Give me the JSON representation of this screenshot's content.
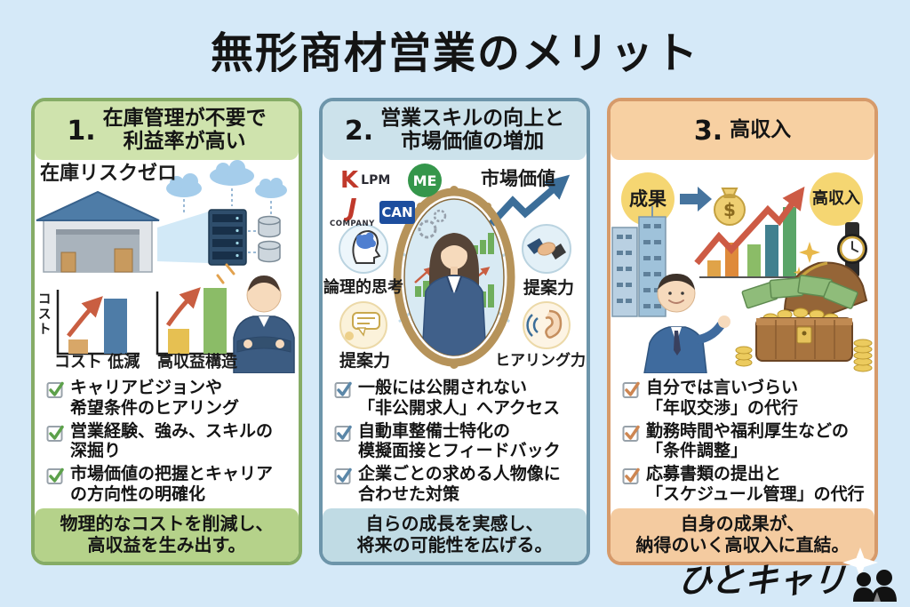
{
  "page": {
    "title": "無形商材営業のメリット",
    "background_color": "#d5e9f8"
  },
  "brand": {
    "logo_text": "ひとキャリ",
    "logo_icon": "two-people-silhouette-icon"
  },
  "decorations": [
    "white-four-point-star"
  ],
  "cards": [
    {
      "number": "1.",
      "heading": "在庫管理が不要で\n利益率が高い",
      "colors": {
        "border": "#86ac66",
        "header_bg": "#cfe3ad",
        "footer_bg": "#b5d28a",
        "check": "#5da14b"
      },
      "illustration": {
        "caption": "在庫リスクゼロ",
        "cost_axis_label": "コスト",
        "left_chart_label": "コスト 低減",
        "right_chart_label": "高収益構造",
        "icons": [
          "warehouse-icon",
          "cloud-icons",
          "server-rack-icon",
          "database-icon",
          "rising-arrow-icon",
          "bar-chart-icon",
          "businessman-arms-crossed-icon"
        ]
      },
      "checklist": [
        "キャリアビジョンや\n希望条件のヒアリング",
        "営業経験、強み、スキルの\n深掘り",
        "市場価値の把握とキャリア\nの方向性の明確化"
      ],
      "summary": "物理的なコストを削減し、\n高収益を生み出す。"
    },
    {
      "number": "2.",
      "heading": "営業スキルの向上と\n市場価値の増加",
      "colors": {
        "border": "#6d95aa",
        "header_bg": "#cce2eb",
        "footer_bg": "#c0dbe4",
        "check": "#5b87a8"
      },
      "illustration": {
        "logos": {
          "k": "K",
          "lpm": "LPM",
          "me": "ME",
          "j": "J",
          "company": "COMPANY",
          "can": "CAN"
        },
        "growth_label": "市場価値",
        "skill_top_left": "論理的思考",
        "skill_top_right": "提案力",
        "skill_bottom_left": "提案力",
        "skill_bottom_right": "ヒアリング力",
        "icons": [
          "mirror-businesswoman-icon",
          "brain-head-icon",
          "handshake-icon",
          "speech-bubble-icon",
          "listening-ear-icon",
          "growth-arrow-icon"
        ]
      },
      "checklist": [
        "一般には公開されない\n「非公開求人」へアクセス",
        "自動車整備士特化の\n模擬面接とフィードバック",
        "企業ごとの求める人物像に\n合わせた対策"
      ],
      "summary": "自らの成長を実感し、\n将来の可能性を広げる。"
    },
    {
      "number": "3.",
      "heading": "高収入",
      "colors": {
        "border": "#d69a6a",
        "header_bg": "#f7d0a2",
        "footer_bg": "#f4cba0",
        "check": "#cd8652"
      },
      "illustration": {
        "badge_left": "成果",
        "badge_right": "高収入",
        "money_symbol": "$",
        "icons": [
          "money-bag-icon",
          "rising-bar-chart-icon",
          "red-arrow-icon",
          "wristwatch-icon",
          "office-building-icon",
          "businessman-presenting-icon",
          "treasure-chest-icon",
          "coins-icon",
          "sparkle-icons"
        ]
      },
      "checklist": [
        "自分では言いづらい\n「年収交渉」の代行",
        "勤務時間や福利厚生などの\n「条件調整」",
        "応募書類の提出と\n「スケジュール管理」の代行"
      ],
      "summary": "自身の成果が、\n納得のいく高収入に直結。"
    }
  ]
}
